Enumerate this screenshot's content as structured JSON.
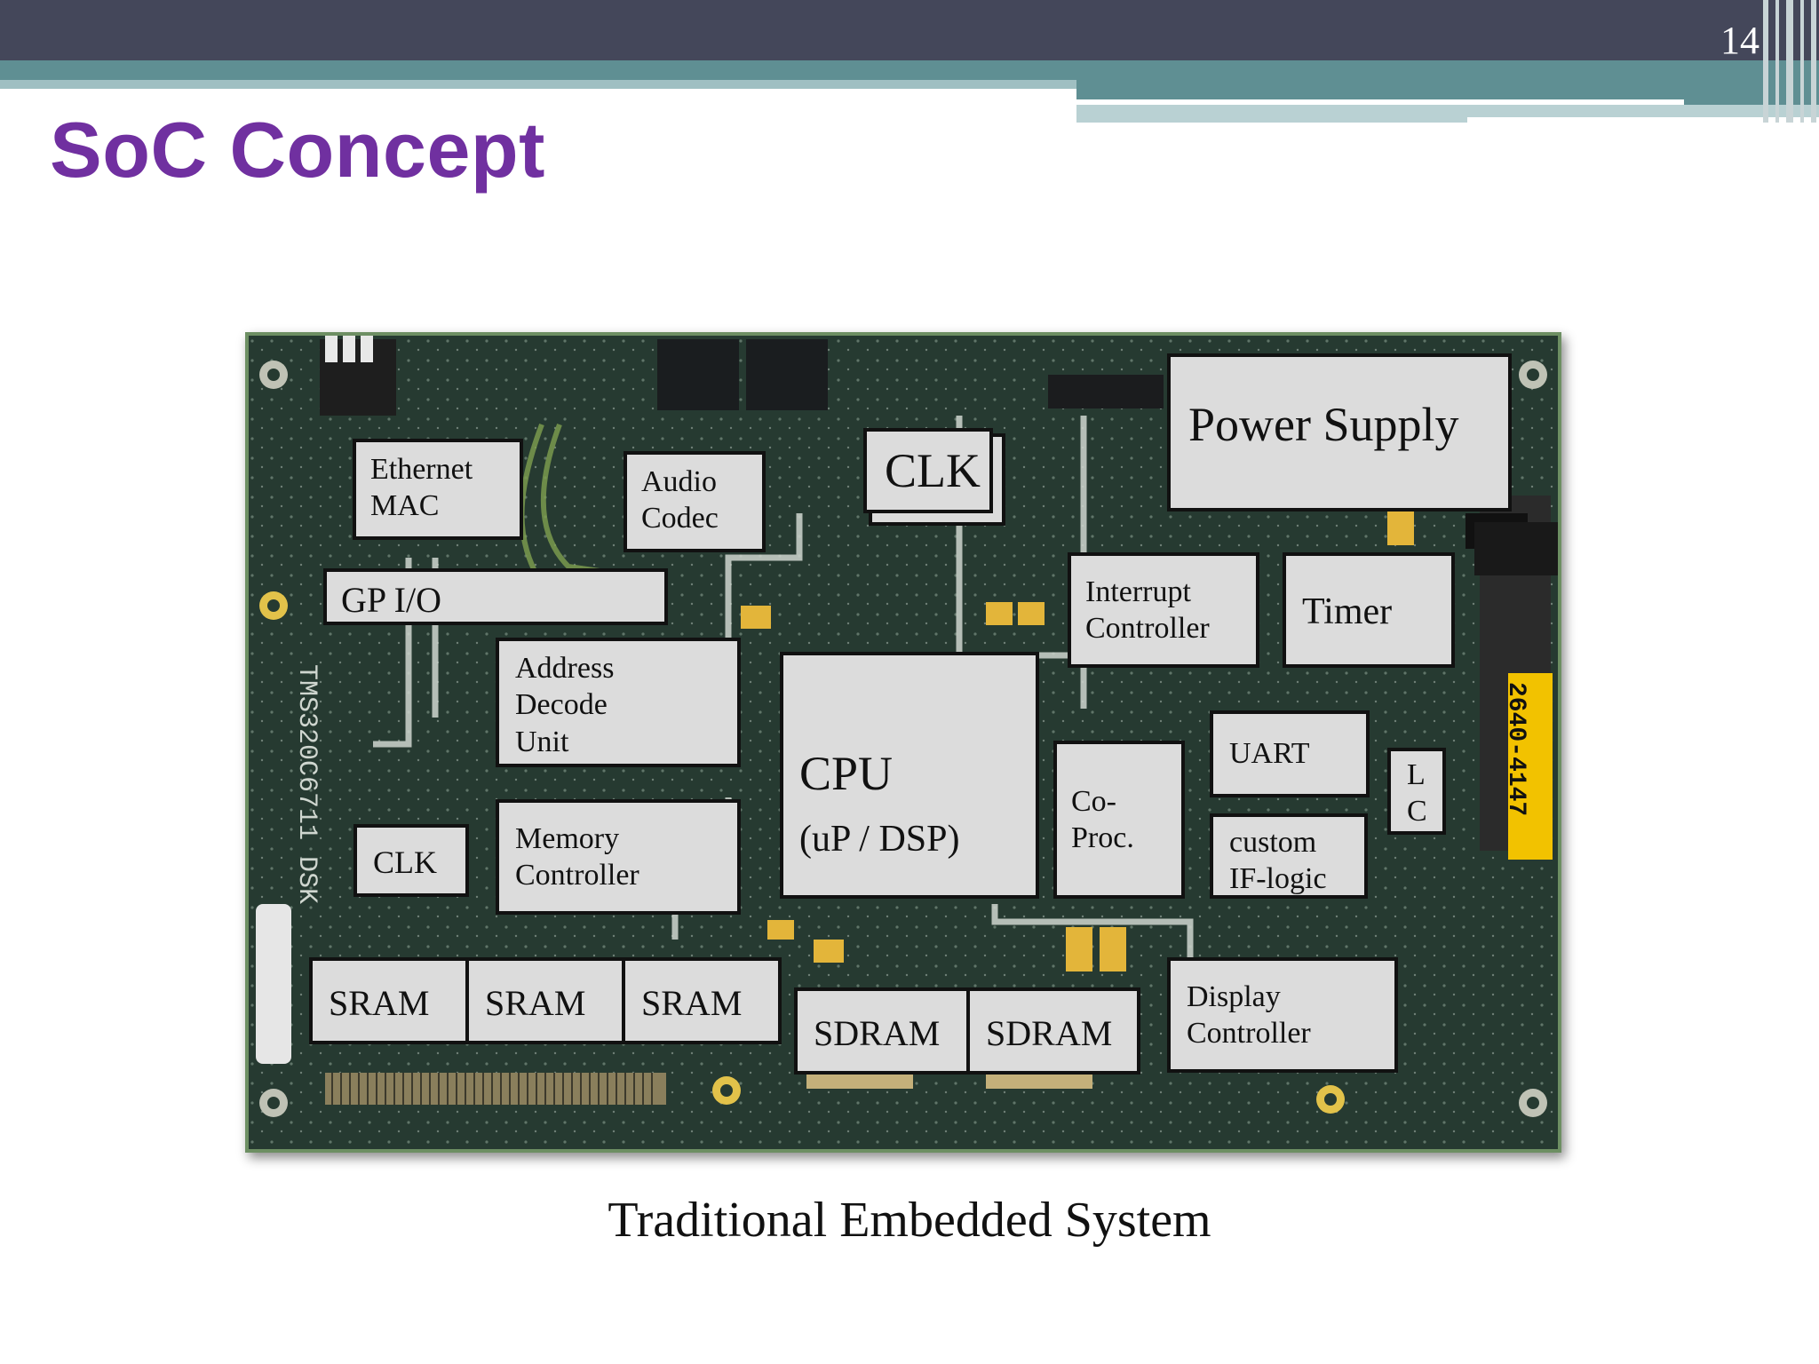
{
  "slide": {
    "number": "14",
    "title": "SoC Concept",
    "caption": "Traditional Embedded System"
  },
  "colors": {
    "title": "#7030a0",
    "header": "#44475a",
    "accent_teal": "#5f8f93",
    "block_fill": "#dcdcdc",
    "pcb": "#27392f"
  },
  "board": {
    "silkscreen": "TMS320C6711 DSK",
    "tag": "2640-4147",
    "blocks": {
      "ethernet_mac": "Ethernet\nMAC",
      "audio_codec": "Audio\nCodec",
      "clk_top": "CLK",
      "power_supply": "Power Supply",
      "gpio": "GP I/O",
      "interrupt_controller": "Interrupt\nController",
      "timer": "Timer",
      "address_decode": "Address\nDecode\nUnit",
      "cpu": "CPU",
      "cpu_sub": "(uP / DSP)",
      "co_proc": "Co-\nProc.",
      "uart": "UART",
      "lc": "L\nC",
      "clk_left": "CLK",
      "memory_controller": "Memory\nController",
      "custom_if": "custom\nIF-logic",
      "sram_1": "SRAM",
      "sram_2": "SRAM",
      "sram_3": "SRAM",
      "sdram_1": "SDRAM",
      "sdram_2": "SDRAM",
      "display_controller": "Display\nController"
    }
  }
}
